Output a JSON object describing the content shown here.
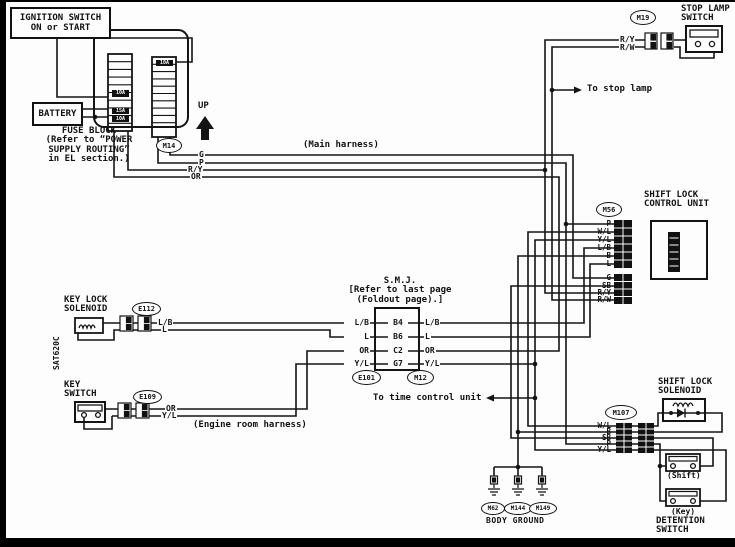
{
  "ignition_switch": {
    "line1": "IGNITION SWITCH",
    "line2": "ON or START"
  },
  "battery": {
    "label": "BATTERY"
  },
  "fuse_block": {
    "title": "FUSE BLOCK",
    "note_line1": "(Refer to “POWER",
    "note_line2": "SUPPLY ROUTING”",
    "note_line3": "in EL section.)",
    "rating_right_top": "10A",
    "rating_left_mid": "10A",
    "rating_left_lower": "15A",
    "rating_left_bottom": "10A",
    "up_label": "UP"
  },
  "connectors": {
    "m14": "M14",
    "m19": "M19",
    "m56": "M56",
    "m107": "M107",
    "m12": "M12",
    "e101": "E101",
    "e112": "E112",
    "e109": "E109",
    "m62": "M62",
    "m144": "M144",
    "m149": "M149"
  },
  "harness": {
    "main_label": "(Main harness)",
    "engine_room_label": "(Engine room harness)",
    "wire_g": "G",
    "wire_p": "P",
    "wire_ry": "R/Y",
    "wire_or": "OR"
  },
  "stop_lamp": {
    "title_line1": "STOP LAMP",
    "title_line2": "SWITCH",
    "wire_ry": "R/Y",
    "wire_rw": "R/W",
    "note": "To stop lamp"
  },
  "shift_lock_control_unit": {
    "title_line1": "SHIFT LOCK",
    "title_line2": "CONTROL UNIT",
    "wires": [
      "P",
      "W/L",
      "Y/L",
      "L/B",
      "B",
      "L",
      "G",
      "SB",
      "R/Y",
      "R/W"
    ]
  },
  "smj": {
    "title": "S.M.J.",
    "note_line1": "[Refer to last page",
    "note_line2": "(Foldout page).]",
    "rows": [
      {
        "left": "L/B",
        "pin": "B4",
        "right": "L/B"
      },
      {
        "left": "L",
        "pin": "B6",
        "right": "L"
      },
      {
        "left": "OR",
        "pin": "C2",
        "right": "OR"
      },
      {
        "left": "Y/L",
        "pin": "G7",
        "right": "Y/L"
      }
    ]
  },
  "key_lock_solenoid": {
    "title_line1": "KEY LOCK",
    "title_line2": "SOLENOID",
    "wire1": "L/B",
    "wire2": "L"
  },
  "key_switch": {
    "title_line1": "KEY",
    "title_line2": "SWITCH",
    "wire1": "OR",
    "wire2": "Y/L"
  },
  "notes": {
    "to_time_control_unit": "To time control unit",
    "sat_code": "SAT620C"
  },
  "shift_lock_solenoid": {
    "title_line1": "SHIFT LOCK",
    "title_line2": "SOLENOID",
    "wires": [
      "W/L",
      "B",
      "SB",
      "P",
      "Y/L"
    ]
  },
  "detention_switch": {
    "shift_label": "(Shift)",
    "key_label": "(Key)",
    "title_line1": "DETENTION",
    "title_line2": "SWITCH"
  },
  "body_ground": {
    "label": "BODY GROUND"
  }
}
